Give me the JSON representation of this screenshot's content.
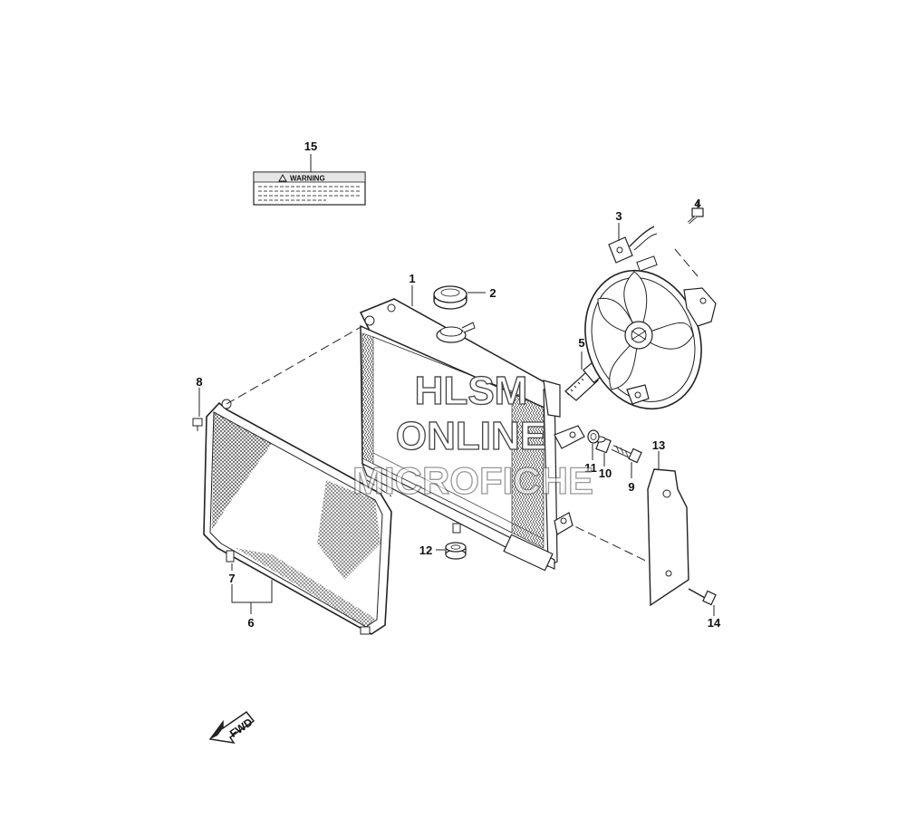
{
  "callouts": {
    "c1": "1",
    "c2": "2",
    "c3": "3",
    "c4": "4",
    "c5": "5",
    "c6": "6",
    "c7": "7",
    "c8": "8",
    "c9": "9",
    "c10": "10",
    "c11": "11",
    "c12": "12",
    "c13": "13",
    "c14": "14",
    "c15": "15"
  },
  "warning_label": {
    "text": "WARNING"
  },
  "watermark": {
    "line1": "HLSM",
    "line2": "ONLINE",
    "line3": "MICROFICHE"
  },
  "direction_arrow": {
    "text": "FWD"
  },
  "colors": {
    "line": "#1a1a1a",
    "background": "#ffffff",
    "fill_gray": "#e8e8e8"
  }
}
